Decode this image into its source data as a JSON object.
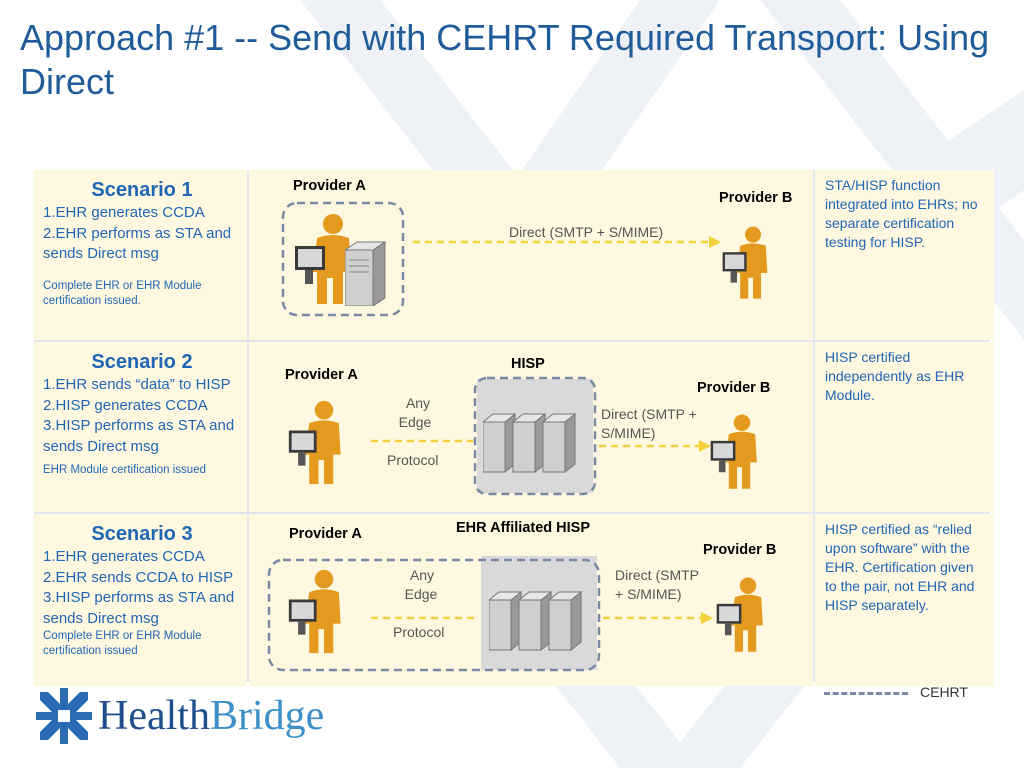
{
  "slide": {
    "title": "Approach #1 -- Send with CEHRT Required Transport: Using Direct"
  },
  "scenarios": [
    {
      "title": "Scenario 1",
      "steps": [
        "1.EHR generates CCDA",
        "2.EHR performs as STA and sends Direct msg"
      ],
      "note": "Complete EHR or EHR Module certification issued.",
      "description": "STA/HISP function integrated into EHRs; no separate certification testing for HISP.",
      "diagram": {
        "provider_a": "Provider A",
        "provider_b": "Provider B",
        "transport": "Direct (SMTP + S/MIME)"
      }
    },
    {
      "title": "Scenario 2",
      "steps": [
        "1.EHR sends “data” to HISP",
        "2.HISP generates CCDA",
        "3.HISP performs as STA and sends Direct msg"
      ],
      "note": "EHR Module certification issued",
      "description": "HISP certified independently as EHR Module.",
      "diagram": {
        "provider_a": "Provider A",
        "provider_b": "Provider B",
        "hisp": "HISP",
        "edge_line1": "Any",
        "edge_line2": "Edge",
        "edge_line3": "Protocol",
        "transport_line1": "Direct (SMTP +",
        "transport_line2": "S/MIME)"
      }
    },
    {
      "title": "Scenario 3",
      "steps": [
        "1.EHR generates CCDA",
        "2.EHR sends CCDA to HISP",
        "3.HISP performs as STA and sends Direct msg"
      ],
      "note": "Complete EHR or EHR Module certification issued",
      "description": "HISP certified as “relied upon software” with the EHR. Certification given to the pair, not EHR and HISP separately.",
      "diagram": {
        "provider_a": "Provider A",
        "provider_b": "Provider B",
        "hisp": "EHR Affiliated HISP",
        "edge_line1": "Any",
        "edge_line2": "Edge",
        "edge_line3": "Protocol",
        "transport_line1": "Direct (SMTP",
        "transport_line2": "+ S/MIME)"
      }
    }
  ],
  "legend": {
    "label": "CEHRT"
  },
  "logo": {
    "word1": "Health",
    "word2": "Bridge"
  },
  "colors": {
    "title": "#1f5c99",
    "scenario_text": "#1f66b5",
    "cell_background": "#fff8e0",
    "dashed_border": "#7a8aa6",
    "arrow": "#f2d13a",
    "person": "#e39a1e",
    "server_highlight": "#d9d9d9",
    "logo_health": "#1e4e8c",
    "logo_bridge": "#3d8fc8"
  },
  "icons": [
    "provider-person-icon",
    "server-icon",
    "server-rack-icon",
    "healthbridge-logo-icon"
  ]
}
